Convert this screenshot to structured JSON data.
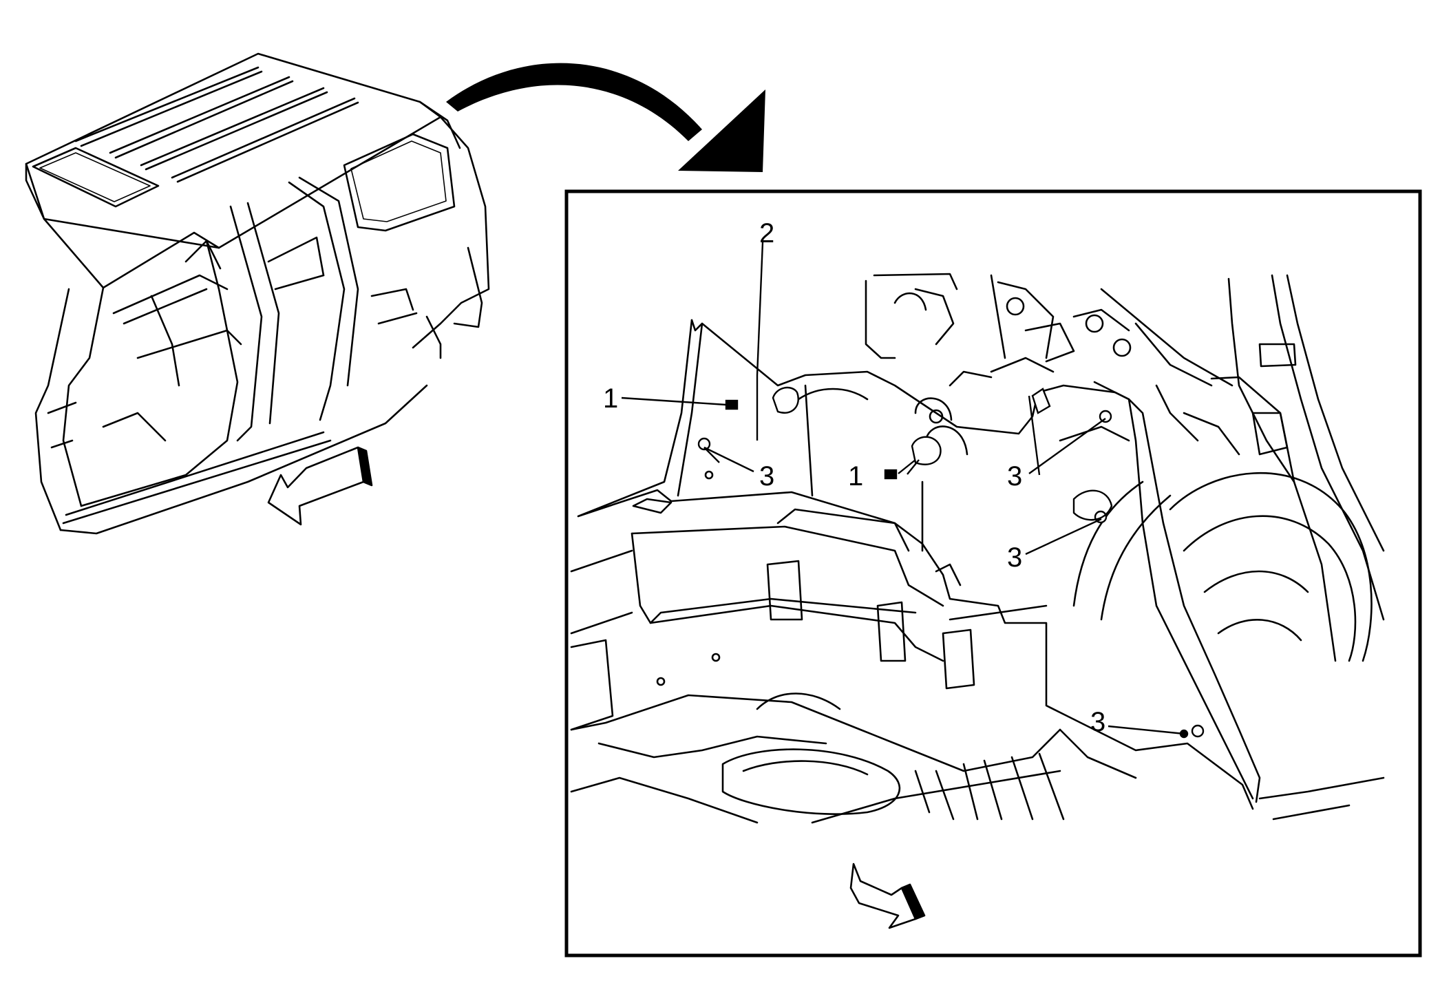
{
  "callouts": [
    {
      "id": "c1a",
      "label": "1"
    },
    {
      "id": "c2",
      "label": "2"
    },
    {
      "id": "c3a",
      "label": "3"
    },
    {
      "id": "c1b",
      "label": "1"
    },
    {
      "id": "c3b",
      "label": "3"
    },
    {
      "id": "c3c",
      "label": "3"
    },
    {
      "id": "c3d",
      "label": "3"
    }
  ]
}
